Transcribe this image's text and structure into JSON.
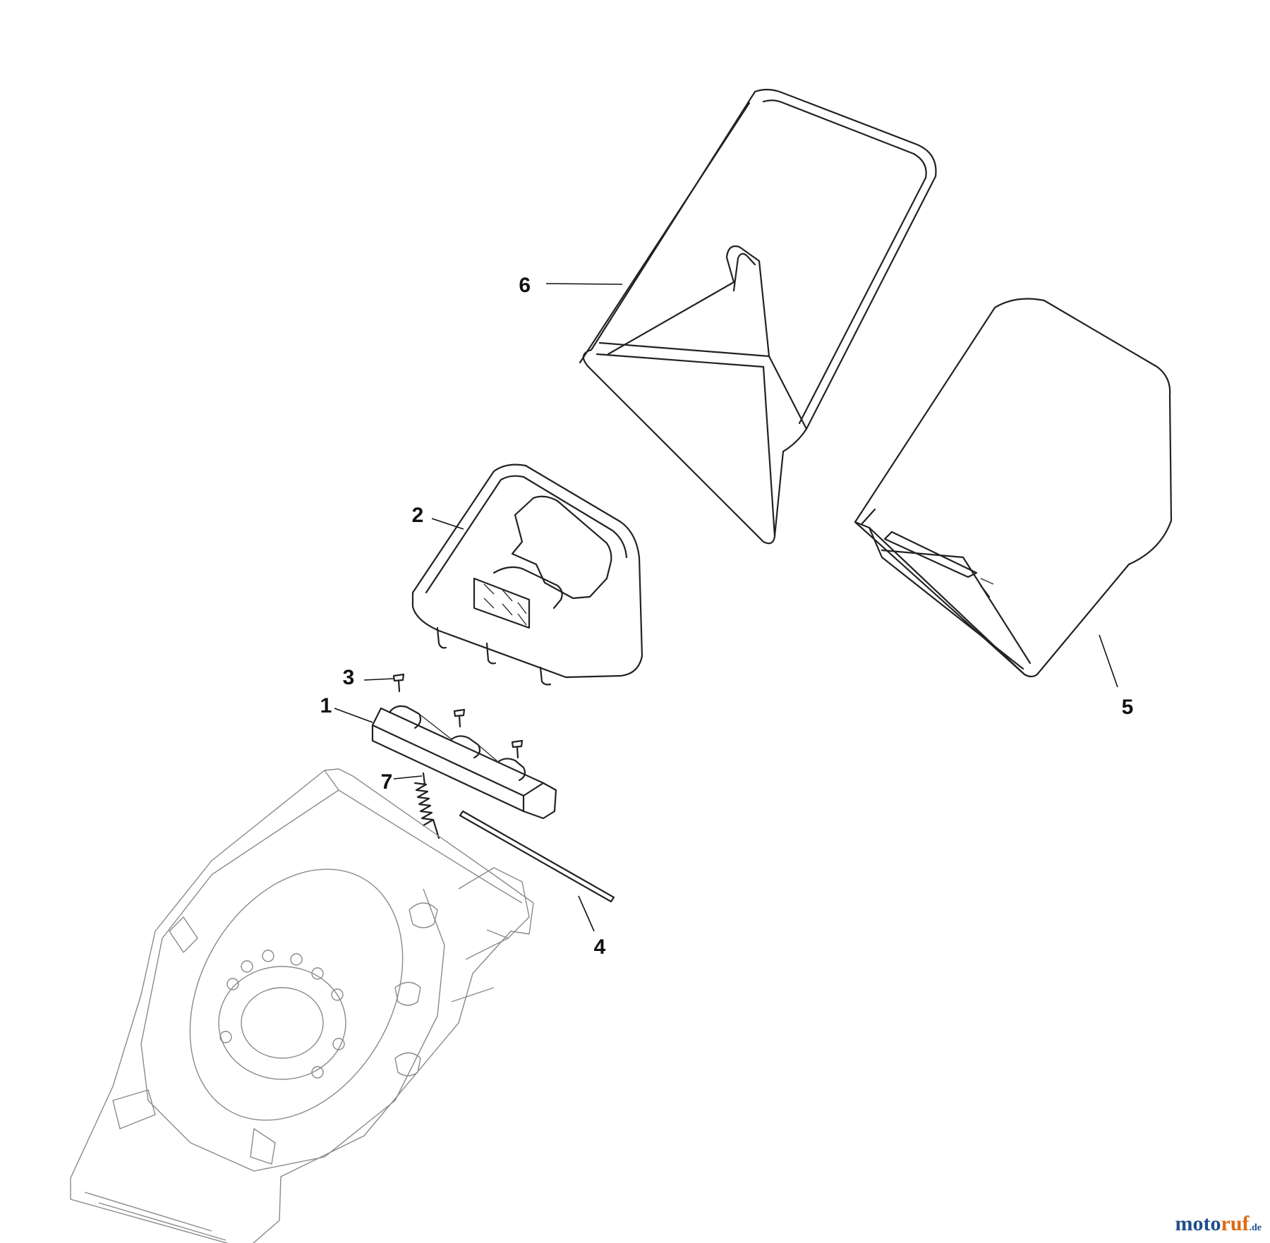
{
  "callouts": {
    "c1": "1",
    "c2": "2",
    "c3": "3",
    "c4": "4",
    "c5": "5",
    "c6": "6",
    "c7": "7"
  },
  "watermark": {
    "part1": "moto",
    "part2": "ruf",
    "part3": ".de"
  },
  "colors": {
    "watermark_blue": "#1f4e8c",
    "watermark_orange": "#e06a10",
    "line": "#222222",
    "deck_line": "#8a8a8a"
  }
}
